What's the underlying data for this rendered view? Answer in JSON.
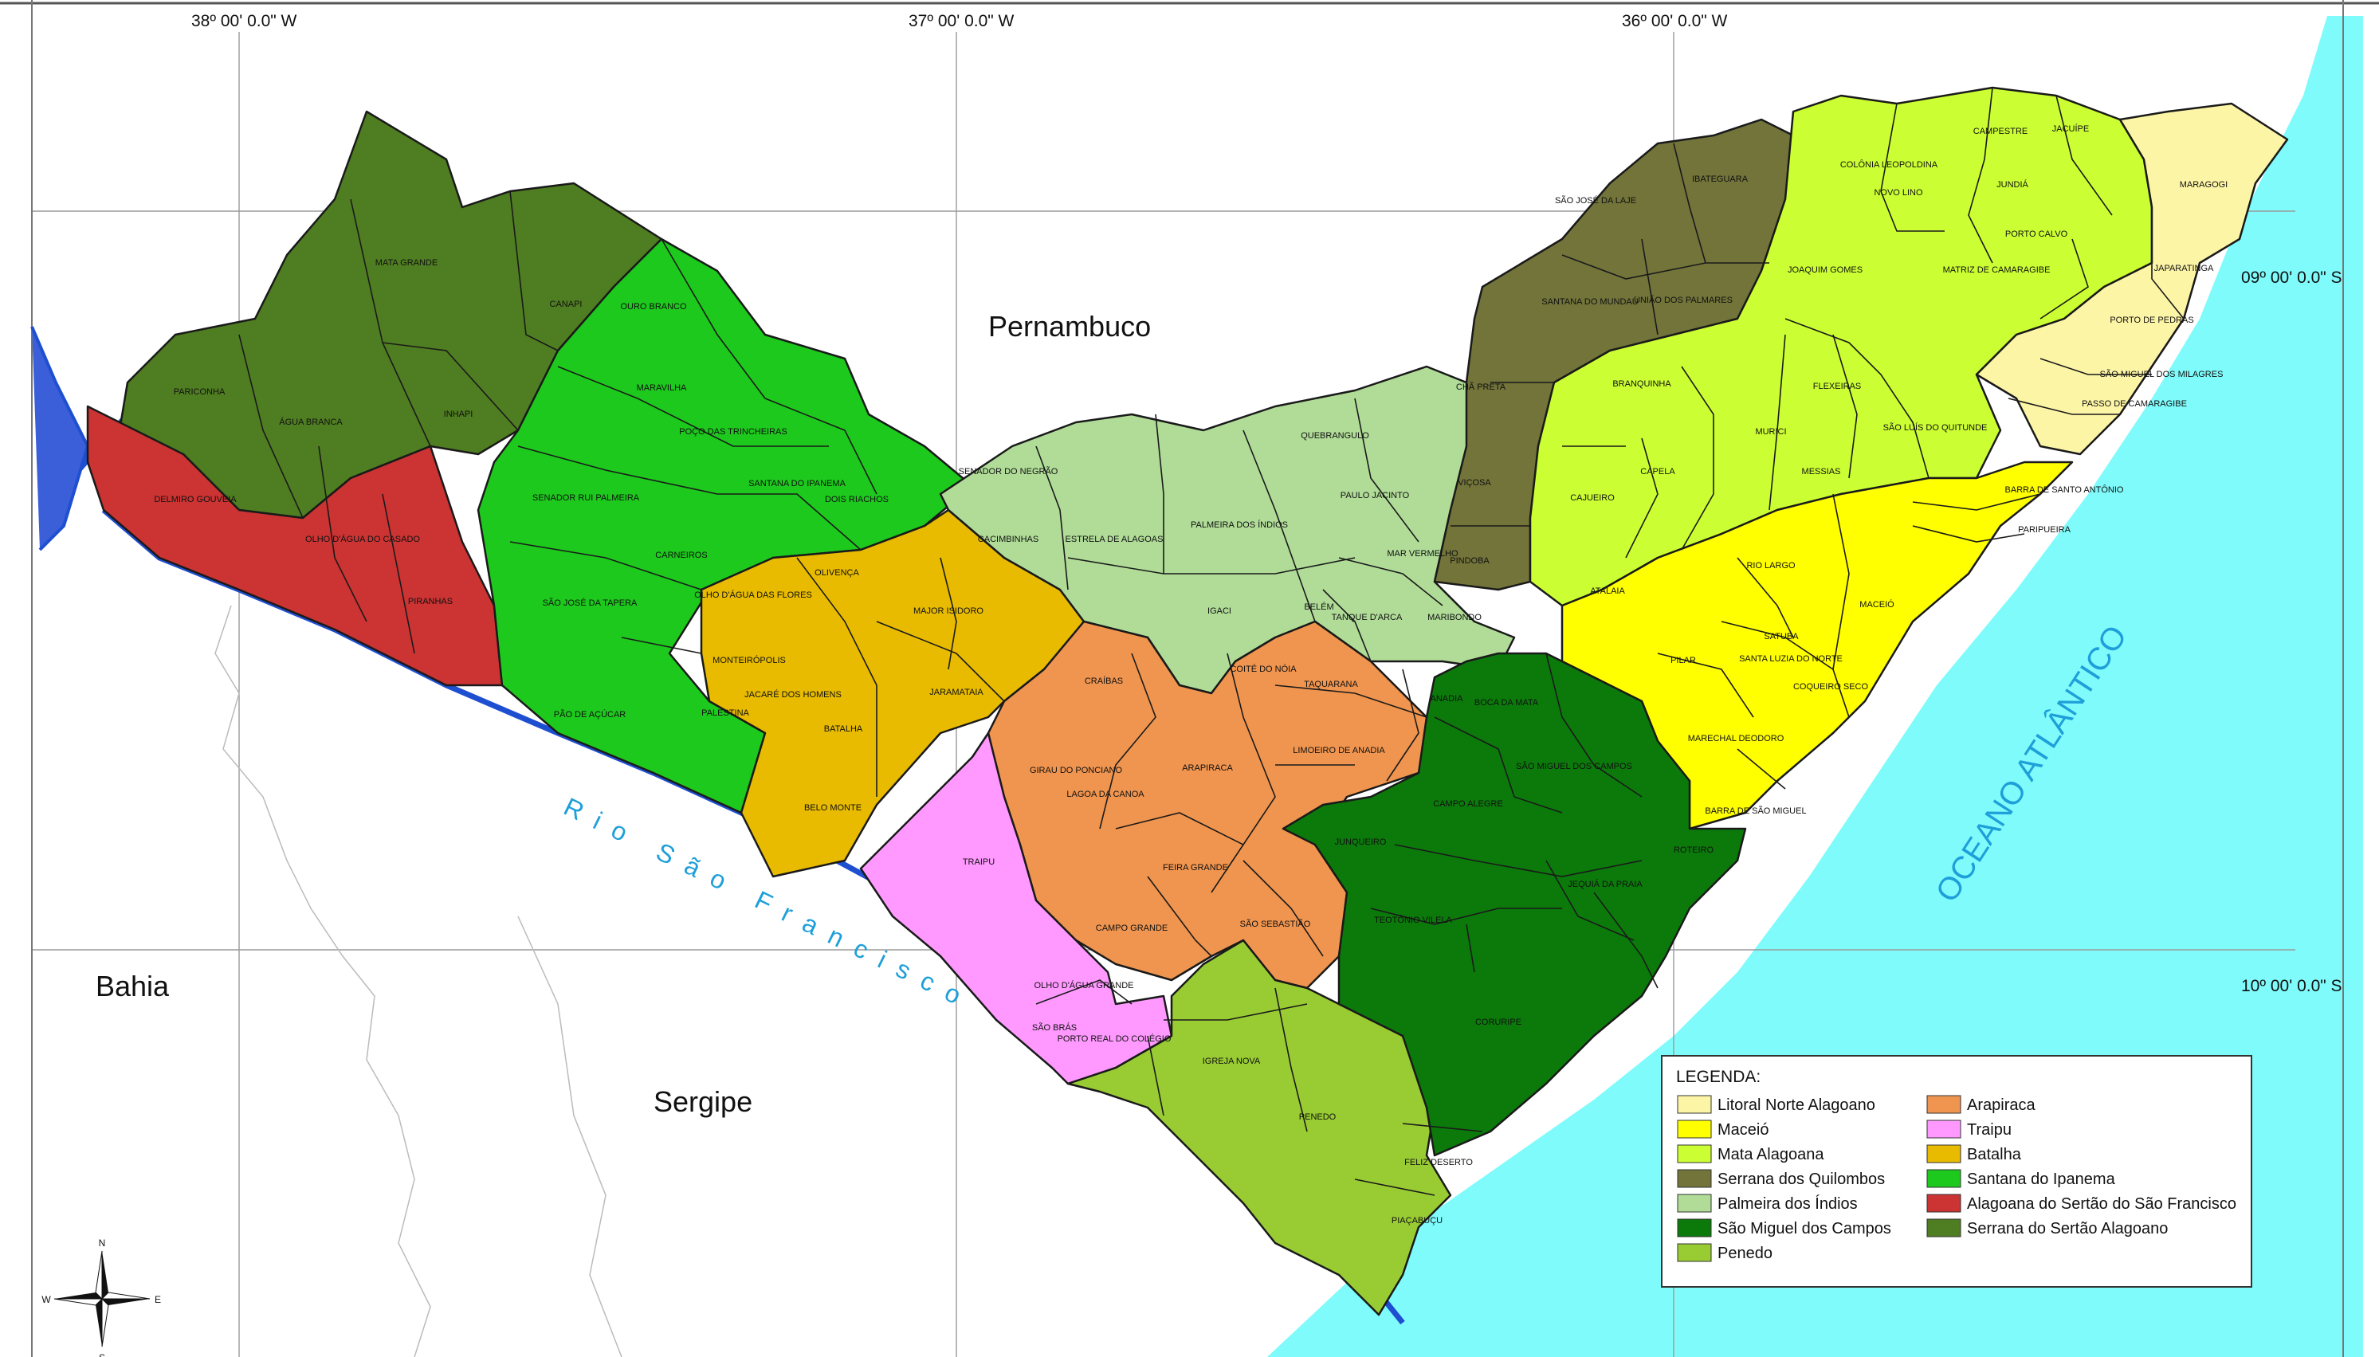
{
  "states": {
    "pernambuco": "Pernambuco",
    "bahia": "Bahia",
    "sergipe": "Sergipe"
  },
  "coordinates": {
    "lon_38": "38º 00' 0.0\" W",
    "lon_37": "37º 00' 0.0\" W",
    "lon_36": "36º 00' 0.0\" W",
    "lat_9": "09º 00' 0.0\" S",
    "lat_10": "10º 00' 0.0\" S"
  },
  "water": {
    "river": "Rio São Francisco",
    "ocean": "OCEANO ATLÂNTICO"
  },
  "compass": {
    "n": "N",
    "s": "S",
    "e": "E",
    "w": "W"
  },
  "legend": {
    "title": "LEGENDA:",
    "items": [
      {
        "label": "Litoral Norte Alagoano",
        "color": "#fdf5a6"
      },
      {
        "label": "Maceió",
        "color": "#ffff00"
      },
      {
        "label": "Mata Alagoana",
        "color": "#ccff33"
      },
      {
        "label": "Serrana dos Quilombos",
        "color": "#72743a"
      },
      {
        "label": "Palmeira dos Índios",
        "color": "#b0dc98"
      },
      {
        "label": "São Miguel dos Campos",
        "color": "#0b7a0b"
      },
      {
        "label": "Penedo",
        "color": "#99cc33"
      },
      {
        "label": "Arapiraca",
        "color": "#f0954f"
      },
      {
        "label": "Traipu",
        "color": "#ff99ff"
      },
      {
        "label": "Batalha",
        "color": "#e8bb00"
      },
      {
        "label": "Santana do Ipanema",
        "color": "#1dc91d"
      },
      {
        "label": "Alagoana do Sertão do São Francisco",
        "color": "#cc3333"
      },
      {
        "label": "Serrana do Sertão Alagoano",
        "color": "#4f7d21"
      }
    ]
  },
  "municipalities": [
    "MATA GRANDE",
    "CANAPI",
    "PARICONHA",
    "ÁGUA BRANCA",
    "INHAPI",
    "DELMIRO GOUVEIA",
    "OLHO D'ÁGUA DO CASADO",
    "PIRANHAS",
    "OURO BRANCO",
    "MARAVILHA",
    "POÇO DAS TRINCHEIRAS",
    "SENADOR RUI PALMEIRA",
    "SANTANA DO IPANEMA",
    "DOIS RIACHOS",
    "CARNEIROS",
    "SÃO JOSÉ DA TAPERA",
    "OLHO D'ÁGUA DAS FLORES",
    "PÃO DE AÇÚCAR",
    "PALESTINA",
    "OLIVENÇA",
    "MAJOR ISIDORO",
    "MONTEIRÓPOLIS",
    "JACARÉ DOS HOMENS",
    "JARAMATAIA",
    "BATALHA",
    "BELO MONTE",
    "SENADOR DO NEGRÃO",
    "ESTRELA DE ALAGOAS",
    "CACIMBINHAS",
    "PALMEIRA DOS ÍNDIOS",
    "QUEBRANGULO",
    "PAULO JACINTO",
    "MAR VERMELHO",
    "IGACI",
    "BELÉM",
    "TANQUE D'ARCA",
    "MARIBONDO",
    "CRAÍBAS",
    "COITÉ DO NÓIA",
    "TAQUARANA",
    "GIRAU DO PONCIANO",
    "LAGOA DA CANOA",
    "ARAPIRACA",
    "LIMOEIRO DE ANADIA",
    "FEIRA GRANDE",
    "CAMPO GRANDE",
    "SÃO SEBASTIÃO",
    "TRAIPU",
    "OLHO D'ÁGUA GRANDE",
    "SÃO BRÁS",
    "PORTO REAL DO COLÉGIO",
    "IGREJA NOVA",
    "PENEDO",
    "FELIZ DESERTO",
    "PIAÇABUÇU",
    "ANADIA",
    "BOCA DA MATA",
    "SÃO MIGUEL DOS CAMPOS",
    "CAMPO ALEGRE",
    "JEQUIÁ DA PRAIA",
    "JUNQUEIRO",
    "TEOTÔNIO VILELA",
    "CORURIPE",
    "ROTEIRO",
    "SÃO JOSÉ DA LAJE",
    "IBATEGUARA",
    "SANTANA DO MUNDAÚ",
    "UNIÃO DOS PALMARES",
    "CHÃ PRETA",
    "VIÇOSA",
    "PINDOBA",
    "COLÔNIA LEOPOLDINA",
    "NOVO LINO",
    "CAMPESTRE",
    "JACUÍPE",
    "JUNDIÁ",
    "JOAQUIM GOMES",
    "MATRIZ DE CAMARAGIBE",
    "BRANQUINHA",
    "FLEXEIRAS",
    "MURICI",
    "CAPELA",
    "CAJUEIRO",
    "SÃO LUÍS DO QUITUNDE",
    "MESSIAS",
    "ATALAIA",
    "PORTO CALVO",
    "MARAGOGI",
    "JAPARATINGA",
    "PORTO DE PEDRAS",
    "SÃO MIGUEL DOS MILAGRES",
    "PASSO DE CAMARAGIBE",
    "BARRA DE SANTO ANTÔNIO",
    "PARIPUEIRA",
    "RIO LARGO",
    "MACEIÓ",
    "SATUBA",
    "SANTA LUZIA DO NORTE",
    "PILAR",
    "COQUEIRO SECO",
    "MARECHAL DEODORO",
    "BARRA DE SÃO MIGUEL"
  ]
}
